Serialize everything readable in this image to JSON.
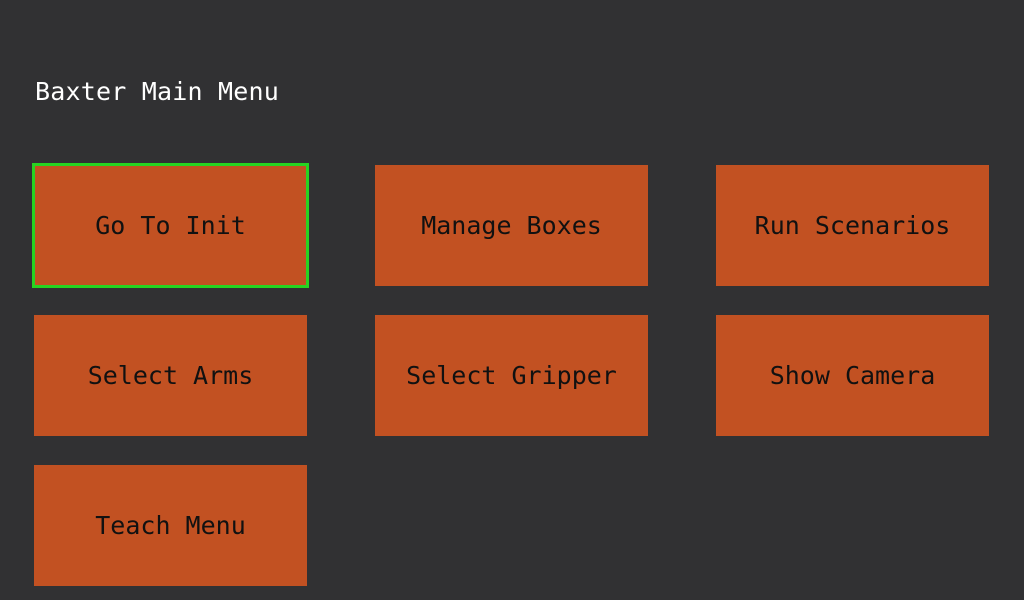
{
  "menu": {
    "title": "Baxter Main Menu",
    "selected_index": 0,
    "buttons": [
      {
        "label": "Go To Init"
      },
      {
        "label": "Manage Boxes"
      },
      {
        "label": "Run Scenarios"
      },
      {
        "label": "Select Arms"
      },
      {
        "label": "Select Gripper"
      },
      {
        "label": "Show Camera"
      },
      {
        "label": "Teach Menu"
      }
    ]
  },
  "colors": {
    "background": "#313133",
    "button": "#c25122",
    "button_text": "#111111",
    "title_text": "#ffffff",
    "selection_border": "#27d321"
  }
}
